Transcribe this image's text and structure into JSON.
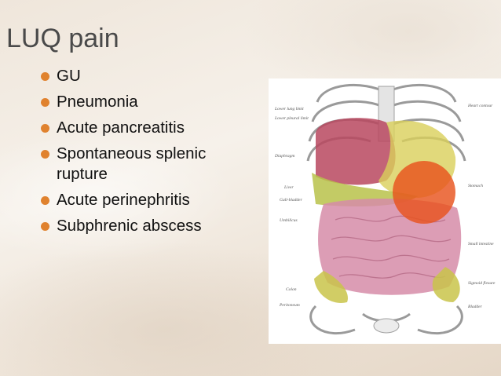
{
  "slide": {
    "title": "LUQ pain",
    "bullets": [
      "GU",
      "Pneumonia",
      "Acute pancreatitis",
      "Spontaneous splenic rupture",
      "Acute perinephritis",
      "Subphrenic abscess"
    ],
    "bullet_color": "#e0822e"
  },
  "figure": {
    "labels_left": [
      "Lower lung limit",
      "Lower pleural limit",
      "Diaphragm",
      "Liver",
      "Gall-bladder",
      "Umbilicus",
      "Colon",
      "Peritoneum"
    ],
    "labels_right": [
      "Heart contour",
      "Stomach",
      "Small intestine",
      "Sigmoid flexure",
      "Bladder"
    ],
    "highlight_color": "#e8531d"
  }
}
